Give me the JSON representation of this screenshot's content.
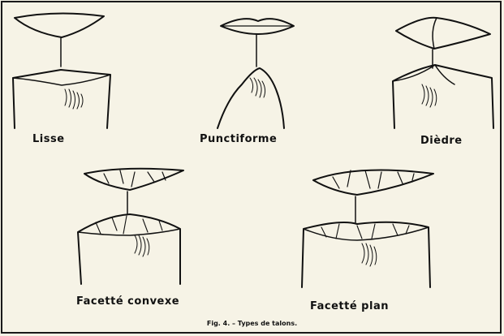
{
  "figure": {
    "caption": "Fig. 4. – Types de talons.",
    "types": [
      {
        "id": "lisse",
        "label": "Lisse"
      },
      {
        "id": "punctiforme",
        "label": "Punctiforme"
      },
      {
        "id": "diedre",
        "label": "Dièdre"
      },
      {
        "id": "facette-convexe",
        "label": "Facetté convexe"
      },
      {
        "id": "facette-plan",
        "label": "Facetté plan"
      }
    ]
  },
  "colors": {
    "ink": "#111111",
    "paper": "#f6f3e6",
    "bleed_through": "#9aa3d6"
  }
}
